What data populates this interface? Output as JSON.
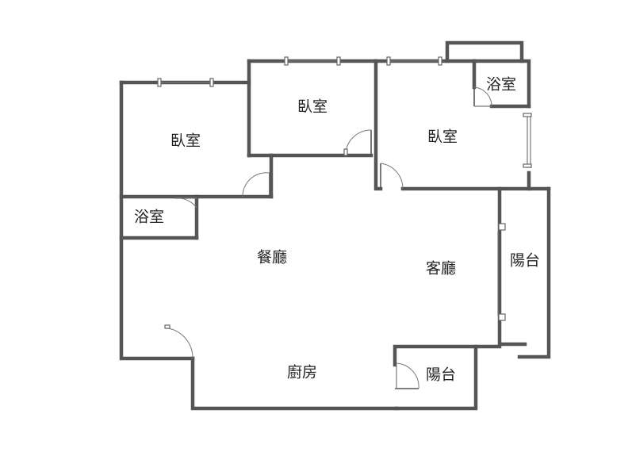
{
  "rooms": {
    "bedroom_left": "臥室",
    "bedroom_middle": "臥室",
    "bedroom_right": "臥室",
    "bath_top_right": "浴室",
    "bath_left": "浴室",
    "dining": "餐廳",
    "living": "客廳",
    "balcony_right": "陽台",
    "kitchen": "廚房",
    "balcony_bottom": "陽台"
  }
}
